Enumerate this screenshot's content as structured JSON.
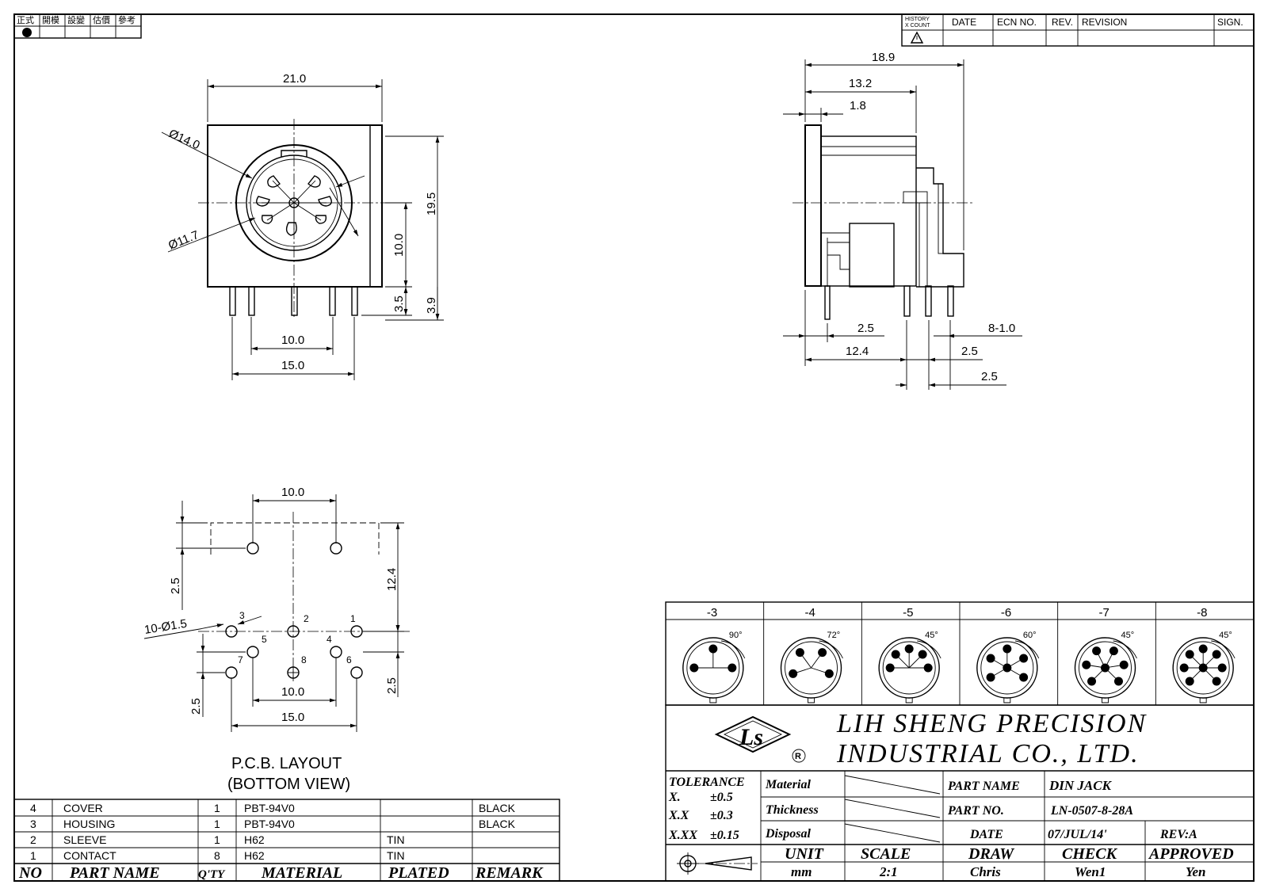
{
  "stamp": {
    "labels": [
      "正式",
      "開模",
      "設變",
      "估價",
      "參考"
    ]
  },
  "revision": {
    "history": "HISTORY",
    "xcount": "X COUNT",
    "date": "DATE",
    "ecn": "ECN NO.",
    "rev": "REV.",
    "revision": "REVISION",
    "sign": "SIGN."
  },
  "front_view": {
    "d_outer": "Ø14.0",
    "d_inner": "Ø11.7",
    "w": "21.0",
    "h": "19.5",
    "c": "10.0",
    "p1": "3.5",
    "p2": "3.9",
    "s1": "10.0",
    "s2": "15.0"
  },
  "side_view": {
    "l1": "18.9",
    "l2": "13.2",
    "l3": "1.8",
    "b1": "2.5",
    "b2": "12.4",
    "b3": "8-1.0",
    "b4": "2.5",
    "b5": "2.5"
  },
  "pcb": {
    "t1": "10.0",
    "h1": "12.4",
    "l1": "2.5",
    "holes": "10-Ø1.5",
    "r1": "2.5",
    "r2": "2.5",
    "s1": "10.0",
    "s2": "15.0",
    "pins": [
      "1",
      "2",
      "3",
      "4",
      "5",
      "6",
      "7",
      "8"
    ],
    "caption1": "P.C.B. LAYOUT",
    "caption2": "(BOTTOM VIEW)"
  },
  "variants": {
    "headers": [
      "-3",
      "-4",
      "-5",
      "-6",
      "-7",
      "-8"
    ],
    "angles": [
      "90°",
      "72°",
      "45°",
      "60°",
      "45°",
      "45°"
    ]
  },
  "company": {
    "line1": "LIH SHENG PRECISION",
    "line2": "INDUSTRIAL CO., LTD."
  },
  "tolerance": {
    "label": "TOLERANCE",
    "r1k": "X.",
    "r1v": "±0.5",
    "r2k": "X.X",
    "r2v": "±0.3",
    "r3k": "X.XX",
    "r3v": "±0.15"
  },
  "specs": {
    "material": "Material",
    "thickness": "Thickness",
    "disposal": "Disposal"
  },
  "title_block": {
    "part_name_label": "PART NAME",
    "part_name": "DIN JACK",
    "part_no_label": "PART NO.",
    "part_no": "LN-0507-8-28A",
    "date_label": "DATE",
    "date": "07/JUL/14'",
    "rev": "REV:A",
    "unit_label": "UNIT",
    "unit": "mm",
    "scale_label": "SCALE",
    "scale": "2:1",
    "draw_label": "DRAW",
    "draw": "Chris",
    "check_label": "CHECK",
    "check": "Wen1",
    "approved_label": "APPROVED",
    "approved": "Yen"
  },
  "bom": {
    "headers": [
      "NO",
      "PART NAME",
      "Q'TY",
      "MATERIAL",
      "PLATED",
      "REMARK"
    ],
    "rows": [
      [
        "4",
        "COVER",
        "1",
        "PBT-94V0",
        "",
        "BLACK"
      ],
      [
        "3",
        "HOUSING",
        "1",
        "PBT-94V0",
        "",
        "BLACK"
      ],
      [
        "2",
        "SLEEVE",
        "1",
        "H62",
        "TIN",
        ""
      ],
      [
        "1",
        "CONTACT",
        "8",
        "H62",
        "TIN",
        ""
      ]
    ]
  }
}
